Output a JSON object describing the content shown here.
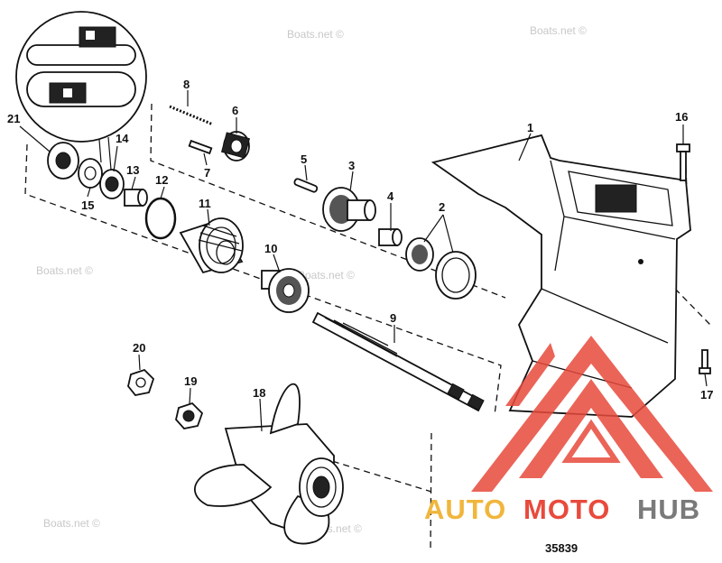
{
  "figure_id": "35839",
  "watermark_text": "Boats.net ©",
  "brand": {
    "auto": "AUTO",
    "moto": "MOTO",
    "hub": "HUB",
    "colors": {
      "auto": "#f0b63c",
      "moto": "#e84a3c",
      "hub": "#7a7a7a",
      "logo": "#e84a3c"
    }
  },
  "callouts": [
    "1",
    "2",
    "3",
    "4",
    "5",
    "6",
    "7",
    "8",
    "9",
    "10",
    "11",
    "12",
    "13",
    "14",
    "15",
    "16",
    "17",
    "18",
    "19",
    "20",
    "21"
  ],
  "parts": [
    {
      "number": "1",
      "name": "gear-housing"
    },
    {
      "number": "2",
      "name": "forward-gear-bearing"
    },
    {
      "number": "3",
      "name": "forward-gear"
    },
    {
      "number": "4",
      "name": "bearing-sleeve"
    },
    {
      "number": "5",
      "name": "cross-pin"
    },
    {
      "number": "6",
      "name": "clutch"
    },
    {
      "number": "7",
      "name": "detent-pin"
    },
    {
      "number": "8",
      "name": "cross-pin-retainer-spring"
    },
    {
      "number": "9",
      "name": "propeller-shaft"
    },
    {
      "number": "10",
      "name": "reverse-gear"
    },
    {
      "number": "11",
      "name": "bearing-carrier"
    },
    {
      "number": "12",
      "name": "o-ring"
    },
    {
      "number": "13",
      "name": "needle-bearing"
    },
    {
      "number": "14",
      "name": "oil-seal"
    },
    {
      "number": "15",
      "name": "oil-seal"
    },
    {
      "number": "16",
      "name": "screw"
    },
    {
      "number": "17",
      "name": "screw"
    },
    {
      "number": "18",
      "name": "propeller"
    },
    {
      "number": "19",
      "name": "nut"
    },
    {
      "number": "20",
      "name": "nut"
    },
    {
      "number": "21",
      "name": "thrust-washer"
    }
  ]
}
